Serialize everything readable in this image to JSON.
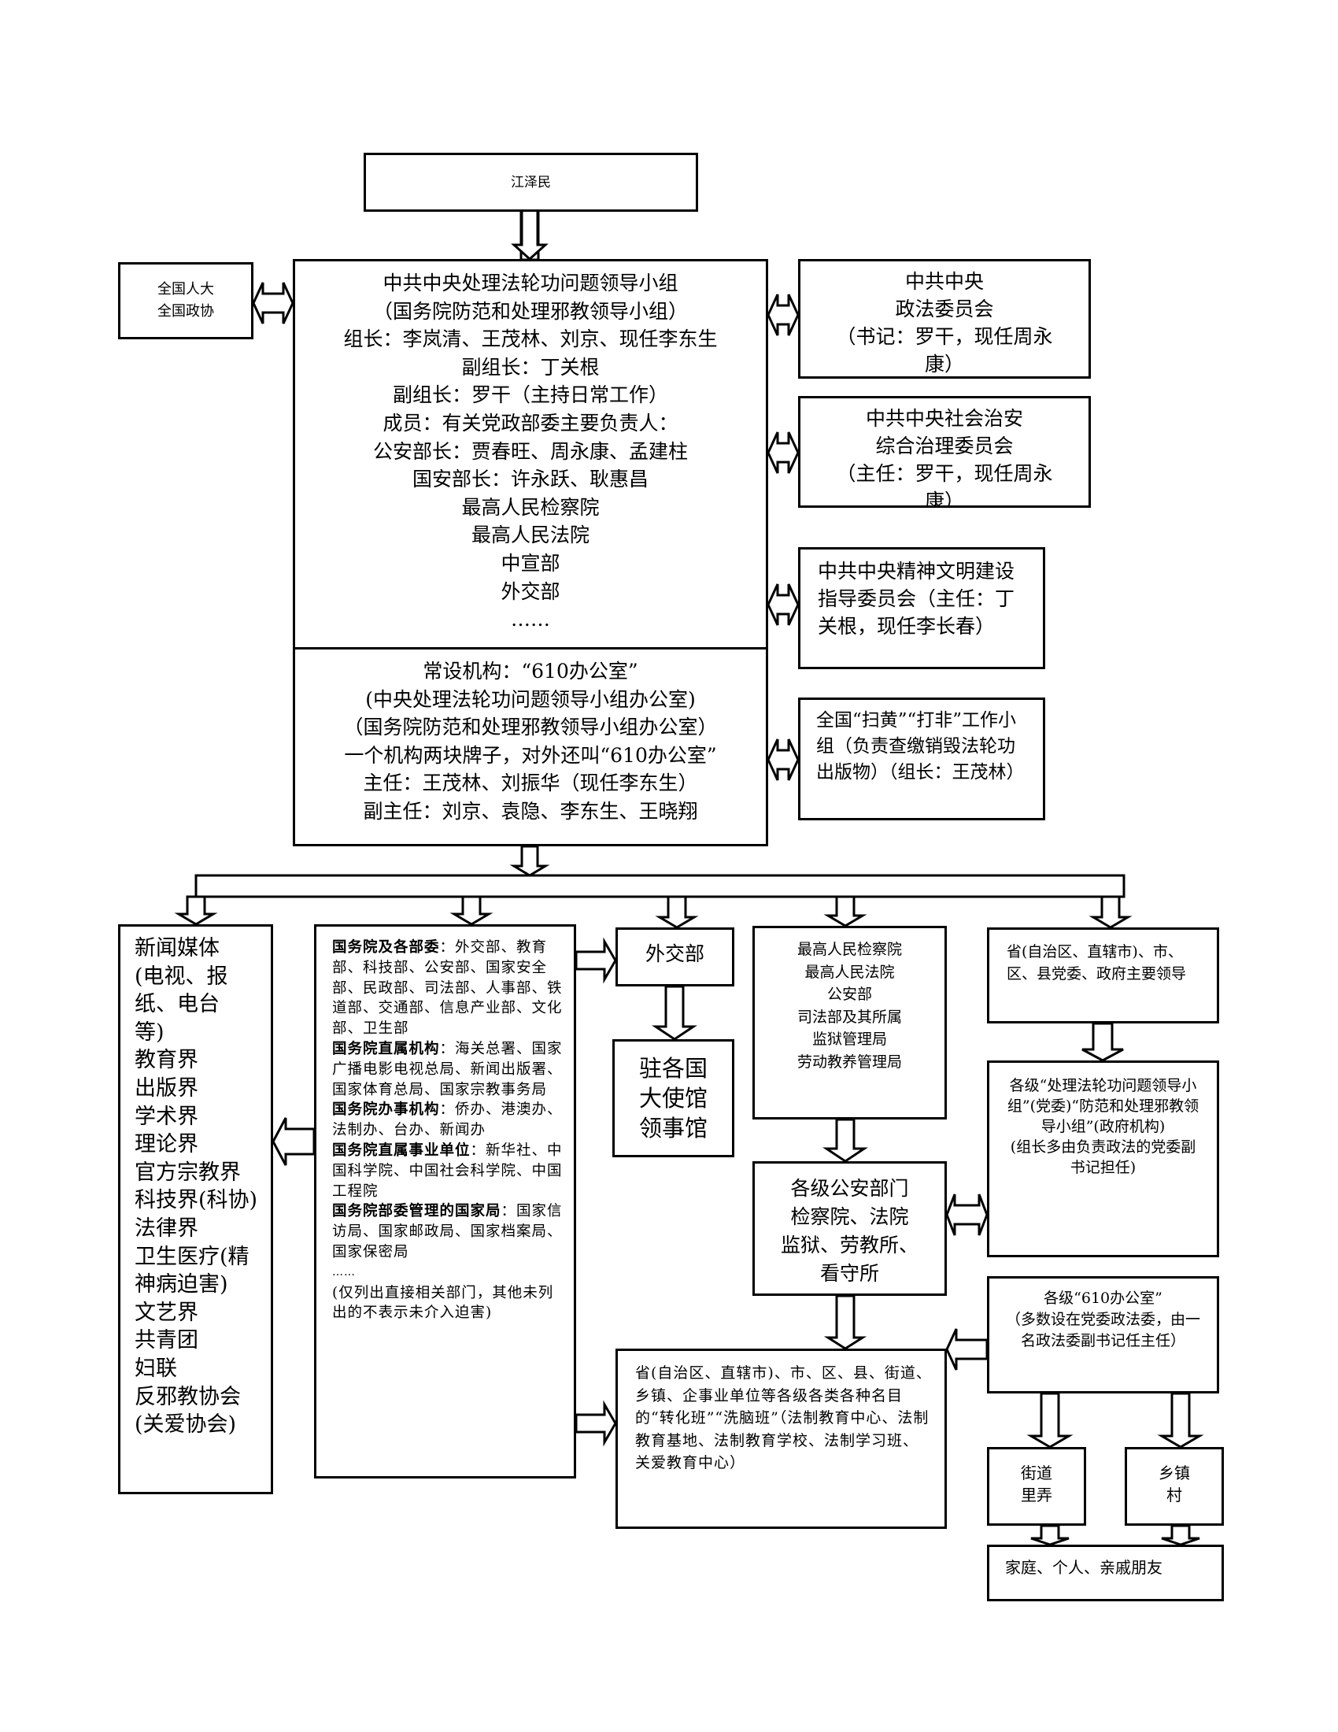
{
  "top": {
    "label": "江泽民"
  },
  "npc": {
    "lines": [
      "全国人大",
      "全国政协"
    ]
  },
  "leading_group": {
    "lines": [
      "中共中央处理法轮功问题领导小组",
      "（国务院防范和处理邪教领导小组）",
      "组长：李岚清、王茂林、刘京、现任李东生",
      "副组长：丁关根",
      "副组长：罗干（主持日常工作）",
      "成员：有关党政部委主要负责人：",
      "公安部长：贾春旺、周永康、孟建柱",
      "国安部长：许永跃、耿惠昌",
      "最高人民检察院",
      "最高人民法院",
      "中宣部",
      "外交部",
      "……"
    ]
  },
  "office_610": {
    "lines": [
      "常设机构：“610办公室”",
      "(中央处理法轮功问题领导小组办公室)",
      "（国务院防范和处理邪教领导小组办公室）",
      "一个机构两块牌子，对外还叫“610办公室”",
      "主任：王茂林、刘振华（现任李东生）",
      "副主任：刘京、袁隐、李东生、王晓翔"
    ]
  },
  "right_boxes": [
    {
      "lines": [
        "中共中央",
        "政法委员会",
        "（书记：罗干，现任周永",
        "康）"
      ]
    },
    {
      "lines": [
        "中共中央社会治安",
        "综合治理委员会",
        "（主任：罗干，现任周永",
        "康）"
      ]
    },
    {
      "text": "中共中央精神文明建设指导委员会（主任：丁关根，现任李长春）"
    },
    {
      "text": "全国“扫黄”“打非”工作小组（负责查缴销毁法轮功出版物）（组长：王茂林）"
    }
  ],
  "media": {
    "lines": [
      "新闻媒体",
      "(电视、报",
      "纸、电台",
      "等)",
      "教育界",
      "出版界",
      "学术界",
      "理论界",
      "官方宗教界",
      "科技界(科协)",
      "法律界",
      "卫生医疗(精",
      "神病迫害)",
      "文艺界",
      "共青团",
      "妇联",
      "反邪教协会",
      "(关爱协会)"
    ]
  },
  "state_council": {
    "sections": [
      {
        "heading": "国务院及各部委",
        "body": "：外交部、教育部、科技部、公安部、国家安全部、民政部、司法部、人事部、铁道部、交通部、信息产业部、文化部、卫生部"
      },
      {
        "heading": "国务院直属机构",
        "body": "：海关总署、国家广播电影电视总局、新闻出版署、国家体育总局、国家宗教事务局"
      },
      {
        "heading": "国务院办事机构",
        "body": "：侨办、港澳办、法制办、台办、新闻办"
      },
      {
        "heading": "国务院直属事业单位",
        "body": "：新华社、中国科学院、中国社会科学院、中国工程院"
      },
      {
        "heading": "国务院部委管理的国家局",
        "body": "：国家信访局、国家邮政局、国家档案局、国家保密局"
      }
    ],
    "ellipsis": "……",
    "note": "(仅列出直接相关部门，其他未列出的不表示未介入迫害)"
  },
  "foreign_ministry": {
    "label": "外交部"
  },
  "embassies": {
    "lines": [
      "驻各国",
      "大使馆",
      "领事馆"
    ]
  },
  "judicial": {
    "lines": [
      "最高人民检察院",
      "最高人民法院",
      "公安部",
      "司法部及其所属",
      "监狱管理局",
      "劳动教养管理局"
    ]
  },
  "provincial_leaders": {
    "text": "省(自治区、直辖市)、市、区、县党委、政府主要领导"
  },
  "local_groups": {
    "lines": [
      "各级“处理法轮功问题领导小组”(党委)“防范和处理邪教领导小组”(政府机构)",
      "(组长多由负责政法的党委副书记担任)"
    ]
  },
  "police": {
    "lines": [
      "各级公安部门",
      "检察院、法院",
      "监狱、劳教所、",
      "看守所"
    ]
  },
  "local_610": {
    "lines": [
      "各级“610办公室”",
      "（多数设在党委政法委，由一名政法委副书记任主任）"
    ]
  },
  "camps": {
    "text": "省(自治区、直辖市)、市、区、县、街道、乡镇、企事业单位等各级各类各种名目的“转化班”“洗脑班”（法制教育中心、法制教育基地、法制教育学校、法制学习班、关爱教育中心）"
  },
  "street": {
    "lines": [
      "街道",
      "里弄"
    ]
  },
  "township": {
    "lines": [
      "乡镇",
      "村"
    ]
  },
  "family": {
    "text": "家庭、个人、亲戚朋友"
  }
}
